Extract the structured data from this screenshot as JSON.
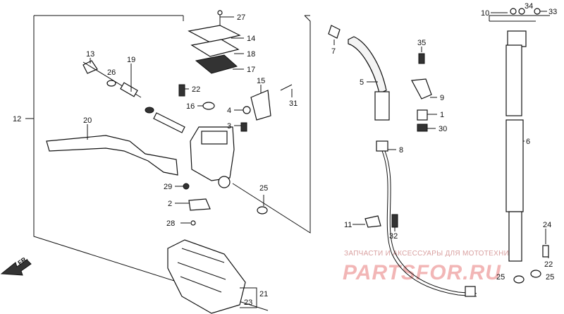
{
  "callouts": [
    "27",
    "14",
    "18",
    "17",
    "13",
    "19",
    "26",
    "15",
    "22",
    "16",
    "4",
    "31",
    "12",
    "3",
    "20",
    "29",
    "25",
    "2",
    "28",
    "7",
    "35",
    "5",
    "9",
    "1",
    "30",
    "8",
    "11",
    "32",
    "10",
    "33",
    "34",
    "6",
    "24",
    "22",
    "25",
    "21",
    "23"
  ],
  "front_arrow": "FR.",
  "watermark": {
    "caption": "ЗАПЧАСТИ И АКСЕССУАРЫ ДЛЯ МОТОТЕХНИКИ",
    "logo_text": "PARTSFOR.RU"
  }
}
